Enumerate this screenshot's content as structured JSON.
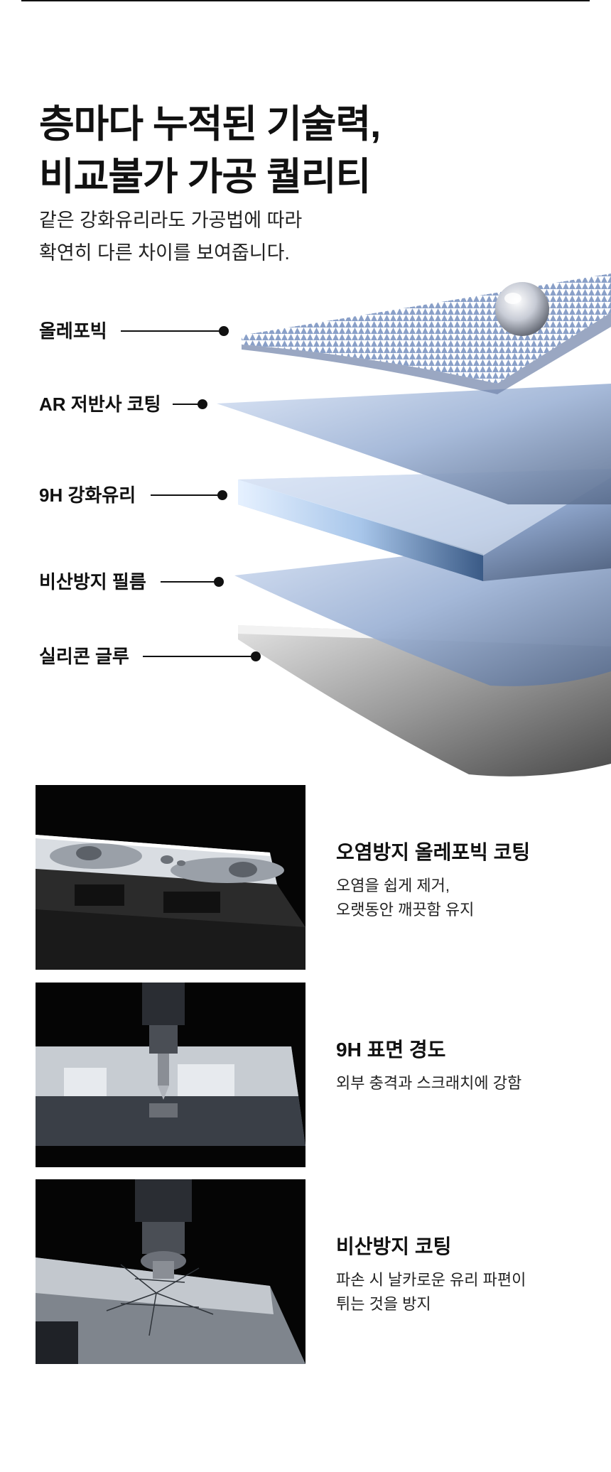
{
  "headline": {
    "line1": "층마다 누적된 기술력,",
    "line2": "비교불가 가공 퀄리티"
  },
  "subcopy": {
    "line1": "같은 강화유리라도 가공법에 따라",
    "line2": "확연히 다른 차이를 보여줍니다."
  },
  "layers": [
    {
      "label": "올레포빅"
    },
    {
      "label": "AR 저반사 코팅"
    },
    {
      "label": "9H 강화유리"
    },
    {
      "label": "비산방지 필름"
    },
    {
      "label": "실리콘 글루"
    }
  ],
  "features": [
    {
      "title": "오염방지 올레포빅 코팅",
      "desc_lines": [
        "오염을 쉽게 제거,",
        "오랫동안 깨끗함 유지"
      ],
      "image_icon": "water-droplets-on-glass"
    },
    {
      "title": "9H 표면 경도",
      "desc_lines": [
        "외부 충격과 스크래치에 강함"
      ],
      "image_icon": "hardness-test-stylus"
    },
    {
      "title": "비산방지 코팅",
      "desc_lines": [
        "파손 시 날카로운 유리 파편이",
        "튀는 것을 방지"
      ],
      "image_icon": "shattered-glass-press"
    }
  ],
  "colors": {
    "text": "#111111",
    "glass_blue": "#9fb4d6",
    "glass_edge": "#5f7fb0",
    "glue_grey": "#b8b8b8",
    "photo_bg": "#050505"
  }
}
